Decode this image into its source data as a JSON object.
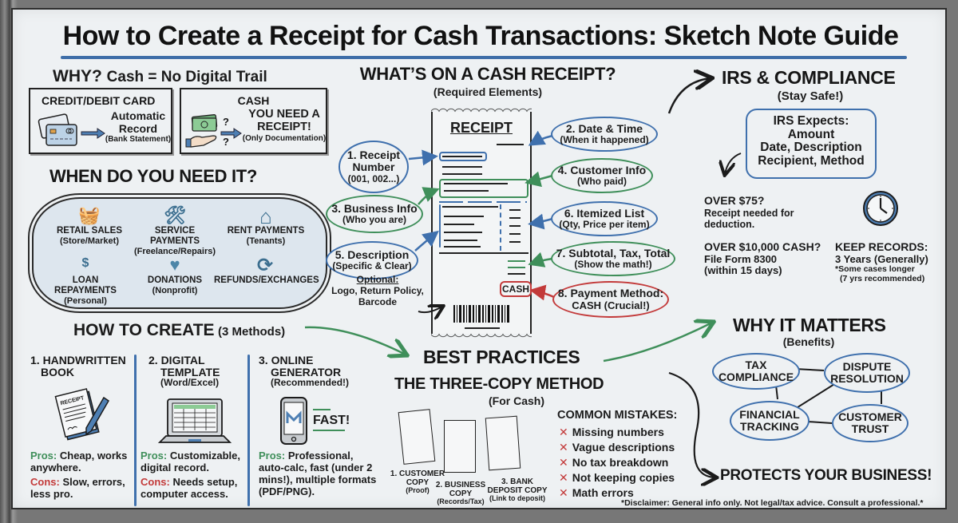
{
  "title": "How to Create a Receipt for Cash Transactions: Sketch Note Guide",
  "why": {
    "heading_strong": "WHY?",
    "heading_rest": "Cash = No Digital Trail",
    "card_box": {
      "title": "CREDIT/DEBIT CARD",
      "line1": "Automatic",
      "line2": "Record",
      "line3": "(Bank Statement)",
      "icon": "credit-card-icon"
    },
    "cash_box": {
      "title": "CASH",
      "line1": "YOU NEED A",
      "line2": "RECEIPT!",
      "line3": "(Only Documentation)",
      "q1": "?",
      "q2": "?",
      "icon": "cash-in-hand-icon"
    }
  },
  "when": {
    "heading": "WHEN DO YOU NEED IT?",
    "items": [
      {
        "label": "RETAIL SALES",
        "sub": "(Store/Market)",
        "icon": "basket-icon",
        "glyph": "🧺"
      },
      {
        "label": "SERVICE PAYMENTS",
        "sub": "(Freelance/Repairs)",
        "icon": "tools-icon",
        "glyph": "🛠"
      },
      {
        "label": "RENT PAYMENTS",
        "sub": "(Tenants)",
        "icon": "house-icon",
        "glyph": "⌂"
      },
      {
        "label": "LOAN REPAYMENTS",
        "sub": "(Personal)",
        "icon": "dollar-hand-icon",
        "glyph": "$"
      },
      {
        "label": "DONATIONS",
        "sub": "(Nonprofit)",
        "icon": "heart-hand-icon",
        "glyph": "♥"
      },
      {
        "label": "REFUNDS/EXCHANGES",
        "sub": "",
        "icon": "refresh-arrows-icon",
        "glyph": "⟳"
      }
    ]
  },
  "receipt_section": {
    "heading": "WHAT’S ON A CASH RECEIPT?",
    "subheading": "(Required Elements)",
    "receipt_title": "RECEIPT",
    "cash_stamp": "CASH",
    "elements": [
      {
        "label": "1. Receipt Number",
        "sub": "(001, 002...)",
        "color": "blue"
      },
      {
        "label": "2. Date & Time",
        "sub": "(When it happened)",
        "color": "blue"
      },
      {
        "label": "3. Business Info",
        "sub": "(Who you are)",
        "color": "green"
      },
      {
        "label": "4. Customer Info",
        "sub": "(Who paid)",
        "color": "green"
      },
      {
        "label": "5. Description",
        "sub": "(Specific & Clear)",
        "color": "blue"
      },
      {
        "label": "6. Itemized List",
        "sub": "(Qty, Price per item)",
        "color": "blue"
      },
      {
        "label": "7. Subtotal, Tax, Total",
        "sub": "(Show the math!)",
        "color": "green"
      },
      {
        "label": "8. Payment Method:",
        "sub": "CASH (Crucial!)",
        "color": "red"
      }
    ],
    "optional": {
      "heading": "Optional:",
      "line1": "Logo, Return Policy,",
      "line2": "Barcode"
    }
  },
  "irs": {
    "heading": "IRS & COMPLIANCE",
    "subheading": "(Stay Safe!)",
    "expects": {
      "line1": "IRS Expects:",
      "line2": "Amount",
      "line3": "Date, Description",
      "line4": "Recipient, Method"
    },
    "over75": {
      "title": "OVER $75?",
      "line1": "Receipt needed for",
      "line2": "deduction."
    },
    "over10000": {
      "title": "OVER $10,000 CASH?",
      "line1": "File Form 8300",
      "line2": "(within 15 days)"
    },
    "keep_records": {
      "title": "KEEP RECORDS:",
      "line1": "3 Years (Generally)",
      "line2": "*Some cases longer",
      "line3": "(7 yrs recommended)",
      "icon": "clock-icon"
    }
  },
  "how_to_create": {
    "heading": "HOW TO CREATE",
    "heading_sub": "(3 Methods)",
    "methods": [
      {
        "title_l1": "1. HANDWRITTEN",
        "title_l2": "BOOK",
        "title_l3": "",
        "icon": "receipt-book-pen-icon",
        "icon_label": "RECEIPT",
        "pros_label": "Pros:",
        "pros": "Cheap, works anywhere.",
        "cons_label": "Cons:",
        "cons": "Slow, errors, less pro."
      },
      {
        "title_l1": "2. DIGITAL",
        "title_l2": "TEMPLATE",
        "title_l3": "(Word/Excel)",
        "icon": "laptop-spreadsheet-icon",
        "pros_label": "Pros:",
        "pros": "Customizable, digital record.",
        "cons_label": "Cons:",
        "cons": "Needs setup, computer access."
      },
      {
        "title_l1": "3. ONLINE",
        "title_l2": "GENERATOR",
        "title_l3": "(Recommended!)",
        "icon": "phone-app-icon",
        "badge": "FAST!",
        "pros_label": "Pros:",
        "pros": "Professional, auto-calc, fast (under 2 mins!), multiple formats (PDF/PNG)."
      }
    ]
  },
  "best_practices": {
    "heading": "BEST PRACTICES",
    "method_heading": "THE THREE-COPY METHOD",
    "method_sub": "(For Cash)",
    "copies": [
      {
        "l1": "1. CUSTOMER",
        "l2": "COPY",
        "l3": "(Proof)"
      },
      {
        "l1": "2. BUSINESS",
        "l2": "COPY",
        "l3": "(Records/Tax)"
      },
      {
        "l1": "3. BANK",
        "l2": "DEPOSIT COPY",
        "l3": "(Link to deposit)"
      }
    ],
    "mistakes_heading": "COMMON MISTAKES:",
    "mistakes": [
      "Missing numbers",
      "Vague descriptions",
      "No tax breakdown",
      "Not keeping copies",
      "Math errors"
    ]
  },
  "why_it_matters": {
    "heading": "WHY IT MATTERS",
    "subheading": "(Benefits)",
    "benefits": [
      {
        "l1": "TAX",
        "l2": "COMPLIANCE"
      },
      {
        "l1": "DISPUTE",
        "l2": "RESOLUTION"
      },
      {
        "l1": "FINANCIAL",
        "l2": "TRACKING"
      },
      {
        "l1": "CUSTOMER",
        "l2": "TRUST"
      }
    ],
    "protects": "PROTECTS YOUR BUSINESS!"
  },
  "disclaimer": "*Disclaimer: General info only. Not legal/tax advice. Consult a professional.*",
  "colors": {
    "blue": "#3f70ad",
    "green": "#3f8f5a",
    "red": "#c33a3a",
    "ink": "#1b1b1b",
    "board": "#eef1f3"
  }
}
